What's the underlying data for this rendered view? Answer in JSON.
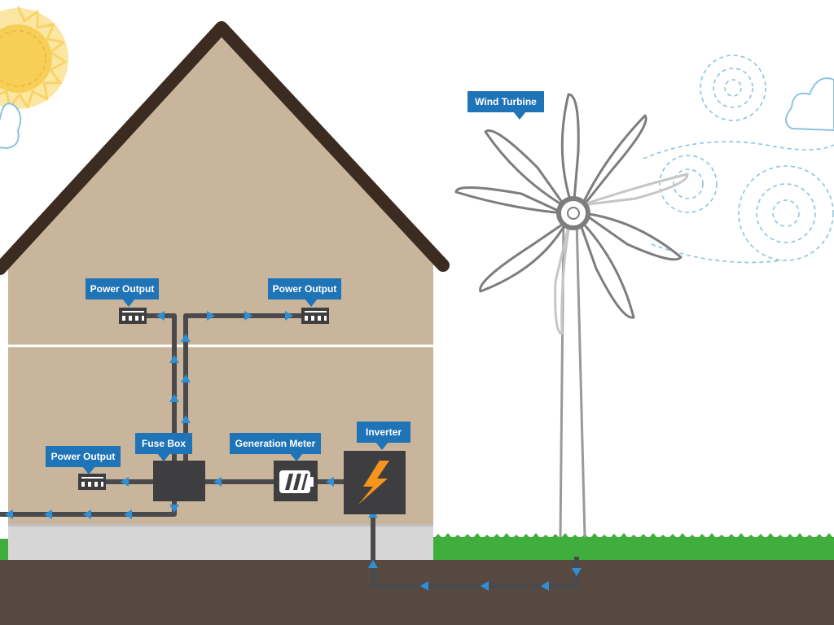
{
  "labels": {
    "wind_turbine": "Wind Turbine",
    "power_output_top_left": "Power Output",
    "power_output_top_right": "Power Output",
    "power_output_bottom_left": "Power Output",
    "fuse_box": "Fuse Box",
    "generation_meter": "Generation Meter",
    "inverter": "Inverter"
  },
  "colors": {
    "label_bg": "#1f73b7",
    "house_wall": "#c8b59b",
    "roof": "#3b2b20",
    "wire": "#4a4a4c",
    "arrow": "#2f8fd6",
    "ground": "#574840",
    "grass": "#3fae3c",
    "foundation": "#d6d6d6",
    "sun": "#f7cf57",
    "wind_swirl": "#8fc3dc",
    "bolt": "#f7941d"
  },
  "icons": [
    "sun-icon",
    "cloud-icon",
    "wind-swirl-icon",
    "lightning-bolt-icon",
    "battery-icon",
    "outlet-icon",
    "wind-turbine-icon"
  ]
}
